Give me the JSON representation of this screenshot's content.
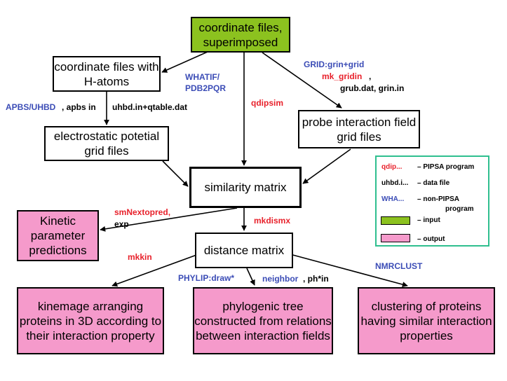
{
  "colors": {
    "input": "#8cc21f",
    "output": "#f59acb",
    "pipsa": "#e8212b",
    "nonpipsa": "#3b4cb6",
    "legend_border": "#2fbf8f"
  },
  "nodes": {
    "coord_super": "coordinate files, superimposed",
    "coord_h": "coordinate files with H-atoms",
    "electro": "electrostatic potetial grid files",
    "probe": "probe interaction field grid files",
    "similarity": "similarity matrix",
    "kinetic": "Kinetic parameter predictions",
    "distance": "distance matrix",
    "kinemage": "kinemage arranging proteins in 3D according to their interaction property",
    "phylogenic": "phylogenic tree constructed from relations between interaction fields",
    "clustering": "clustering of proteins having similar interaction properties"
  },
  "labels": {
    "whatif": "WHATIF/",
    "pdb2pqr": "PDB2PQR",
    "grid": "GRID:grin+grid",
    "mk_gridin": "mk_gridin",
    "comma": ",",
    "grub": "grub.dat, grin.in",
    "apbs": "APBS/UHBD",
    "apbs_in": ", apbs in",
    "uhbd_in": "uhbd.in+qtable.dat",
    "qdipsim": "qdipsim",
    "smnextopred": "smNextopred,",
    "exp": "exp",
    "mkdismx": "mkdismx",
    "mkkin": "mkkin",
    "nmrclust": "NMRCLUST",
    "phylip": "PHYLIP:draw*",
    "neighbor": "neighbor",
    "phin": ", ph*in"
  },
  "legend": {
    "pipsa_example": "qdip...",
    "pipsa_desc": "– PIPSA program",
    "data_example": "uhbd.i...",
    "data_desc": "– data file",
    "nonpipsa_example": "WHA...",
    "nonpipsa_desc": "– non-PIPSA",
    "nonpipsa_desc2": "program",
    "input_desc": "– input",
    "output_desc": "– output"
  }
}
